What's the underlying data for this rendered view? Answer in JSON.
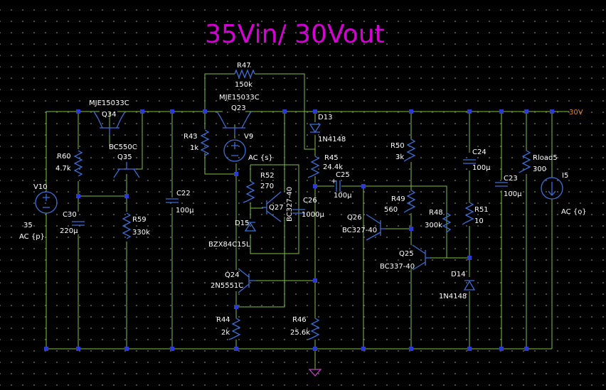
{
  "title": "35Vin/ 30Vout",
  "net_label": "30V",
  "components": {
    "R47": {
      "name": "R47",
      "value": "150k"
    },
    "Q23": {
      "name": "Q23",
      "part": "MJE15033C"
    },
    "Q34": {
      "name": "Q34",
      "part": "MJE15033C"
    },
    "Q35": {
      "name": "Q35",
      "part": "BC550C"
    },
    "R60": {
      "name": "R60",
      "value": "4.7k"
    },
    "V10": {
      "name": "V10",
      "value": "35",
      "ac": "AC {p}"
    },
    "C30": {
      "name": "C30",
      "value": "220µ"
    },
    "R59": {
      "name": "R59",
      "value": "330k"
    },
    "C22": {
      "name": "C22",
      "value": "100µ"
    },
    "R43": {
      "name": "R43",
      "value": "1k"
    },
    "V9": {
      "name": "V9",
      "ac": "AC {s}"
    },
    "R52": {
      "name": "R52",
      "value": "270"
    },
    "Q27": {
      "name": "Q27",
      "part": "BC327-40"
    },
    "C26": {
      "name": "C26",
      "value": "1000µ"
    },
    "D15": {
      "name": "D15",
      "part": "BZX84C15L"
    },
    "Q24": {
      "name": "Q24",
      "part": "2N5551C"
    },
    "R44": {
      "name": "R44",
      "value": "2k"
    },
    "D13": {
      "name": "D13",
      "part": "1N4148"
    },
    "R45": {
      "name": "R45",
      "value": "24.4k"
    },
    "C25": {
      "name": "C25",
      "value": "100µ"
    },
    "R46": {
      "name": "R46",
      "value": "25.6k"
    },
    "R50": {
      "name": "R50",
      "value": "3k"
    },
    "R49": {
      "name": "R49",
      "value": "560"
    },
    "Q26": {
      "name": "Q26",
      "part": "BC327-40"
    },
    "R48": {
      "name": "R48",
      "value": "300k"
    },
    "Q25": {
      "name": "Q25",
      "part": "BC337-40"
    },
    "C24": {
      "name": "C24",
      "value": "100µ"
    },
    "R51": {
      "name": "R51",
      "value": "10"
    },
    "D14": {
      "name": "D14",
      "part": "1N4148"
    },
    "C23": {
      "name": "C23",
      "value": "100µ"
    },
    "Rload5": {
      "name": "Rload5",
      "value": "300"
    },
    "I5": {
      "name": "I5",
      "ac": "AC {o}"
    }
  }
}
